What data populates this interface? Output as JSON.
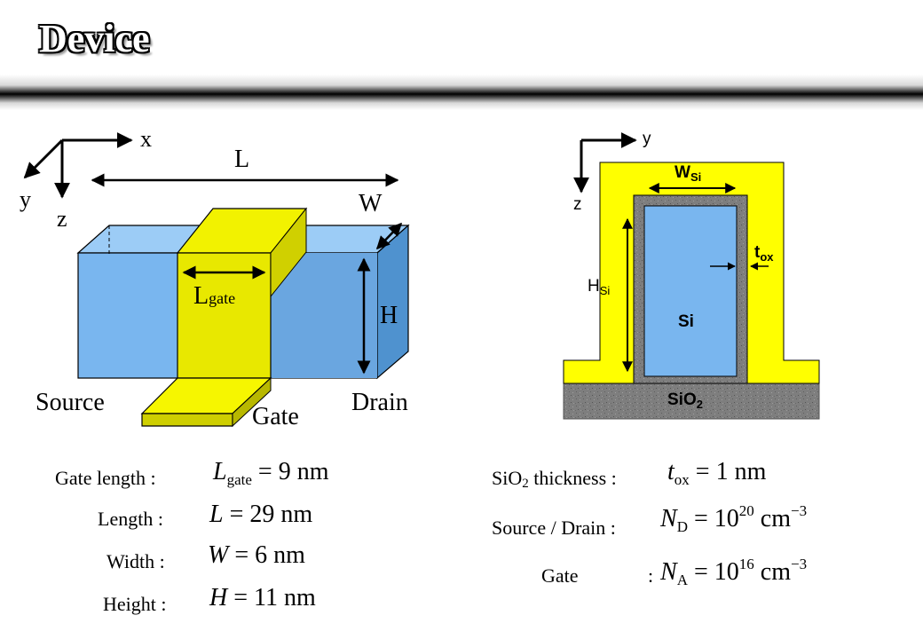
{
  "title": "Device",
  "left_diagram": {
    "axis_x": "x",
    "axis_y": "y",
    "axis_z": "z",
    "dim_L": "L",
    "dim_W": "W",
    "dim_H": "H",
    "dim_Lgate_main": "L",
    "dim_Lgate_sub": "gate",
    "source": "Source",
    "drain": "Drain",
    "gate": "Gate",
    "colors": {
      "silicon": "#7ab8f0",
      "gate": "#f0f000"
    }
  },
  "right_diagram": {
    "axis_y": "y",
    "axis_z": "z",
    "wsi_main": "W",
    "wsi_sub": "Si",
    "tox_main": "t",
    "tox_sub": "ox",
    "hsi_main": "H",
    "hsi_sub": "Si",
    "si": "Si",
    "sio2_main": "SiO",
    "sio2_sub": "2",
    "colors": {
      "silicon": "#7ab8f0",
      "gate": "#ffff00",
      "oxide": "#808080"
    }
  },
  "params": {
    "gate_length_label": "Gate length :",
    "gate_length_sym": "L",
    "gate_length_sub": "gate",
    "gate_length_val": "= 9 nm",
    "length_label": "Length :",
    "length_sym": "L",
    "length_val": "= 29 nm",
    "width_label": "Width :",
    "width_sym": "W",
    "width_val": "= 6 nm",
    "height_label": "Height :",
    "height_sym": "H",
    "height_val": "= 11 nm",
    "sio2_label_main": "SiO",
    "sio2_label_sub": "2",
    "sio2_label_rest": " thickness :",
    "tox_sym": "t",
    "tox_sub": "ox",
    "tox_val": "= 1 nm",
    "sd_label": "Source / Drain :",
    "nd_sym": "N",
    "nd_sub": "D",
    "nd_eq": "= 10",
    "nd_exp": "20",
    "nd_unit": " cm",
    "nd_unit_exp": "−3",
    "gate_label": "Gate",
    "gate_colon": ":",
    "na_sym": "N",
    "na_sub": "A",
    "na_eq": "= 10",
    "na_exp": "16",
    "na_unit": " cm",
    "na_unit_exp": "−3"
  }
}
